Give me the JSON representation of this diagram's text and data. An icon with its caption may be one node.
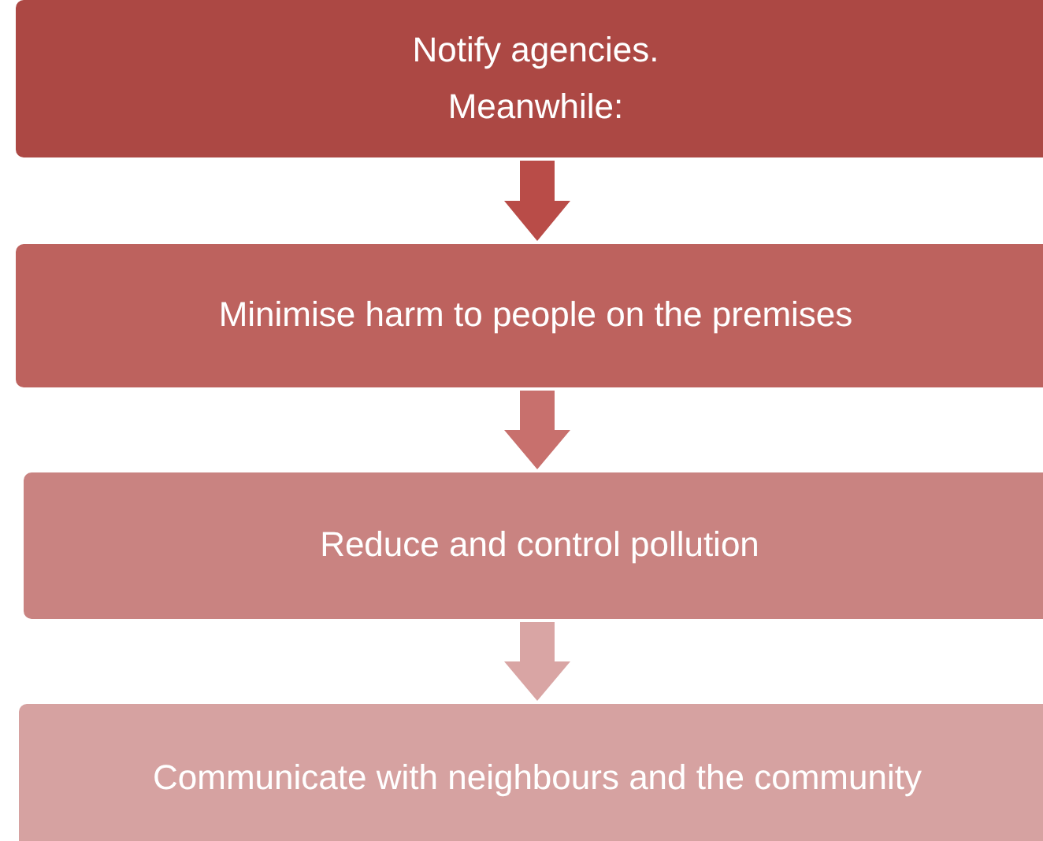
{
  "diagram": {
    "nodes": [
      {
        "text": [
          "Notify agencies.",
          "Meanwhile:"
        ]
      },
      {
        "text": [
          "Minimise harm to people on the premises"
        ]
      },
      {
        "text": [
          "Reduce and control pollution"
        ]
      },
      {
        "text": [
          "Communicate with neighbours and the community"
        ]
      }
    ],
    "edges": [
      {
        "from": 0,
        "to": 1,
        "arrow": "to",
        "color": "#b94c48"
      },
      {
        "from": 1,
        "to": 2,
        "arrow": "to",
        "color": "#c8706d"
      },
      {
        "from": 2,
        "to": 3,
        "arrow": "to",
        "color": "#d9a5a4"
      }
    ]
  }
}
